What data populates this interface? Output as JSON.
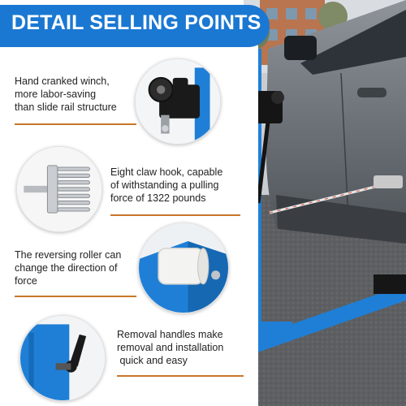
{
  "banner": {
    "title": "DETAIL SELLING POINTS"
  },
  "colors": {
    "brand_blue": "#1a78d2",
    "accent_line": "#c8762b",
    "frame_blue": "#1f7fd6"
  },
  "features": [
    {
      "text_lines": [
        "Hand cranked winch,",
        "more labor-saving",
        "than slide rail structure"
      ],
      "icon": "winch-icon"
    },
    {
      "text_lines": [
        "Eight claw hook, capable",
        "of withstanding a pulling",
        "force of 1322 pounds"
      ],
      "icon": "claw-hook-icon"
    },
    {
      "text_lines": [
        "The reversing roller can",
        "change the direction of",
        "force"
      ],
      "icon": "roller-icon"
    },
    {
      "text_lines": [
        "Removal handles make",
        "removal and installation",
        " quick and easy"
      ],
      "icon": "handle-icon"
    }
  ]
}
